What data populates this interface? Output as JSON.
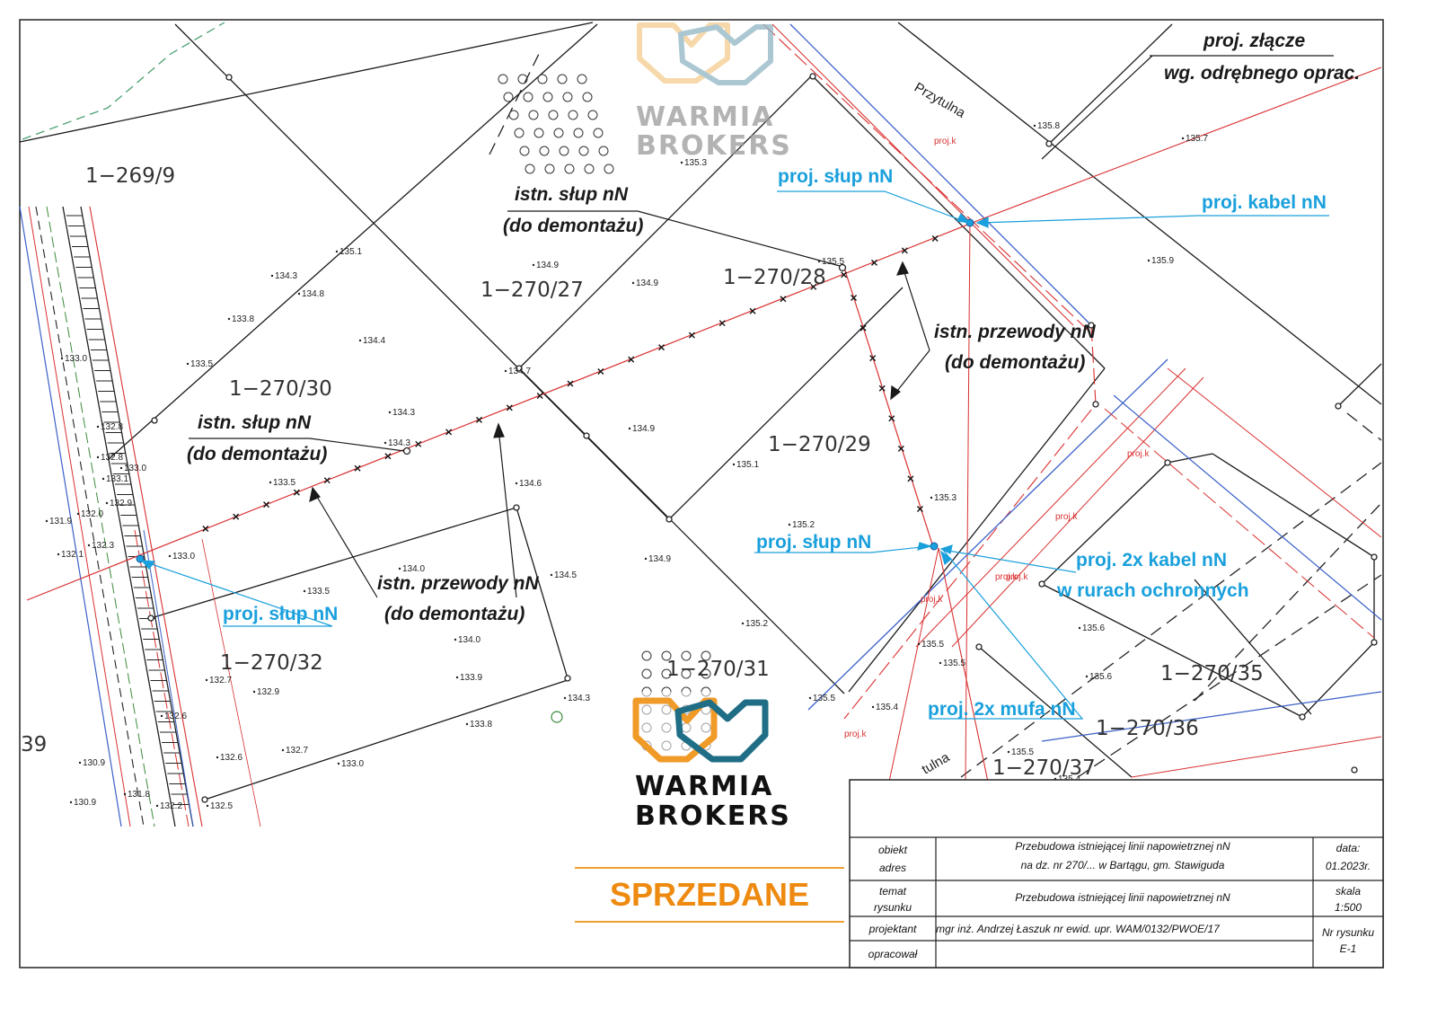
{
  "parcels": [
    "1−269/9",
    "1−270/27",
    "1−270/28",
    "1−270/30",
    "1−270/29",
    "1−270/32",
    "1−270/31",
    "1−270/35",
    "1−270/36",
    "1−270/37",
    "39"
  ],
  "street_names": [
    "Przytulna",
    "tulna"
  ],
  "labels": {
    "proj_zlacze_1": "proj. złącze",
    "proj_zlacze_2": "wg. odrębnego oprac.",
    "istn_slup_top_1": "istn. słup nN",
    "istn_slup_top_2": "(do demontażu)",
    "istn_slup_left_1": "istn. słup nN",
    "istn_slup_left_2": "(do demontażu)",
    "istn_przewody_right_1": "istn. przewody nN",
    "istn_przewody_right_2": "(do demontażu)",
    "istn_przewody_mid_1": "istn. przewody nN",
    "istn_przewody_mid_2": "(do demontażu)",
    "proj_slup_top": "proj. słup nN",
    "proj_kabel": "proj. kabel nN",
    "proj_slup_mid": "proj. słup nN",
    "proj_slup_left": "proj. słup nN",
    "proj_2x_kabel_1": "proj. 2x kabel nN",
    "proj_2x_kabel_2": "w rurach ochronnych",
    "proj_2x_mufa": "proj. 2x mufa nN"
  },
  "elevations": [
    "135.8",
    "135.7",
    "135.9",
    "135.3",
    "134.9",
    "135.5",
    "134.9",
    "134.3",
    "134.8",
    "135.1",
    "133.8",
    "134.4",
    "133.5",
    "134.7",
    "134.3",
    "134.3",
    "134.9",
    "135.1",
    "133.5",
    "134.6",
    "135.3",
    "135.2",
    "133.0",
    "134.0",
    "133.5",
    "134.5",
    "134.9",
    "134.0",
    "133.9",
    "135.2",
    "135.6",
    "135.6",
    "135.5",
    "135.5",
    "135.4",
    "135.5",
    "135.4",
    "135.5",
    "132.7",
    "132.9",
    "133.8",
    "132.6",
    "132.7",
    "133.0",
    "132.5",
    "134.3",
    "133.0",
    "132.8",
    "132.8",
    "133.1",
    "132.9",
    "132.0",
    "132.1",
    "132.3",
    "131.9",
    "131.8",
    "130.9",
    "130.9",
    "133.0",
    "132.2",
    "132.6"
  ],
  "proj_tag": "proj.k",
  "watermark": {
    "line1": "WARMIA",
    "line2": "BROKERS",
    "colors": {
      "orange": "#f09a28",
      "teal": "#1f6e86",
      "light_orange": "#f5cc90",
      "light_teal": "#8fb6c4"
    }
  },
  "sold_banner": "SPRZEDANE",
  "title_block": {
    "obiekt_label": "obiekt",
    "adres_label": "adres",
    "obiekt_line1": "Przebudowa istniejącej linii napowietrznej nN",
    "obiekt_line2": "na dz. nr 270/... w Bartągu, gm. Stawiguda",
    "data_label": "data:",
    "data_value": "01.2023r.",
    "temat_label": "temat",
    "rysunku_label": "rysunku",
    "temat_value": "Przebudowa istniejącej linii napowietrznej nN",
    "skala_label": "skala",
    "skala_value": "1:500",
    "projektant_label": "projektant",
    "projektant_value": "mgr inż. Andrzej Łaszuk nr ewid. upr. WAM/0132/PWOE/17",
    "nr_label": "Nr rysunku",
    "nr_value": "E-1",
    "opracowal_label": "opracował"
  },
  "colors": {
    "blue_annot": "#1aa0dc",
    "red_line": "#d93030",
    "black": "#1a1a1a"
  }
}
